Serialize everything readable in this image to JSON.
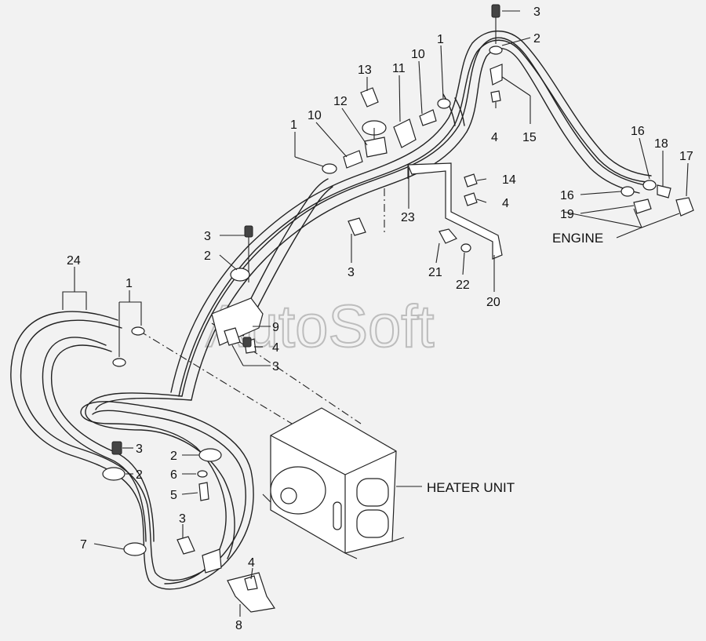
{
  "watermark": "AutoSoft",
  "captions": {
    "heater_unit": "HEATER UNIT",
    "engine": "ENGINE"
  },
  "callouts": [
    "3",
    "2",
    "1",
    "10",
    "13",
    "11",
    "12",
    "10",
    "1",
    "4",
    "15",
    "16",
    "18",
    "17",
    "16",
    "19",
    "14",
    "4",
    "23",
    "3",
    "21",
    "22",
    "20",
    "3",
    "2",
    "24",
    "1",
    "9",
    "4",
    "3",
    "3",
    "2",
    "2",
    "6",
    "5",
    "3",
    "7",
    "4",
    "8"
  ]
}
